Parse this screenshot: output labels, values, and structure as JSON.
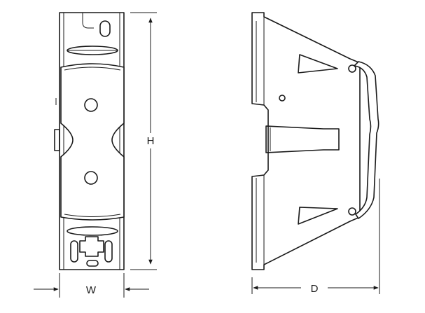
{
  "dimensions": {
    "height_label": "H",
    "width_label": "W",
    "depth_label": "D"
  }
}
